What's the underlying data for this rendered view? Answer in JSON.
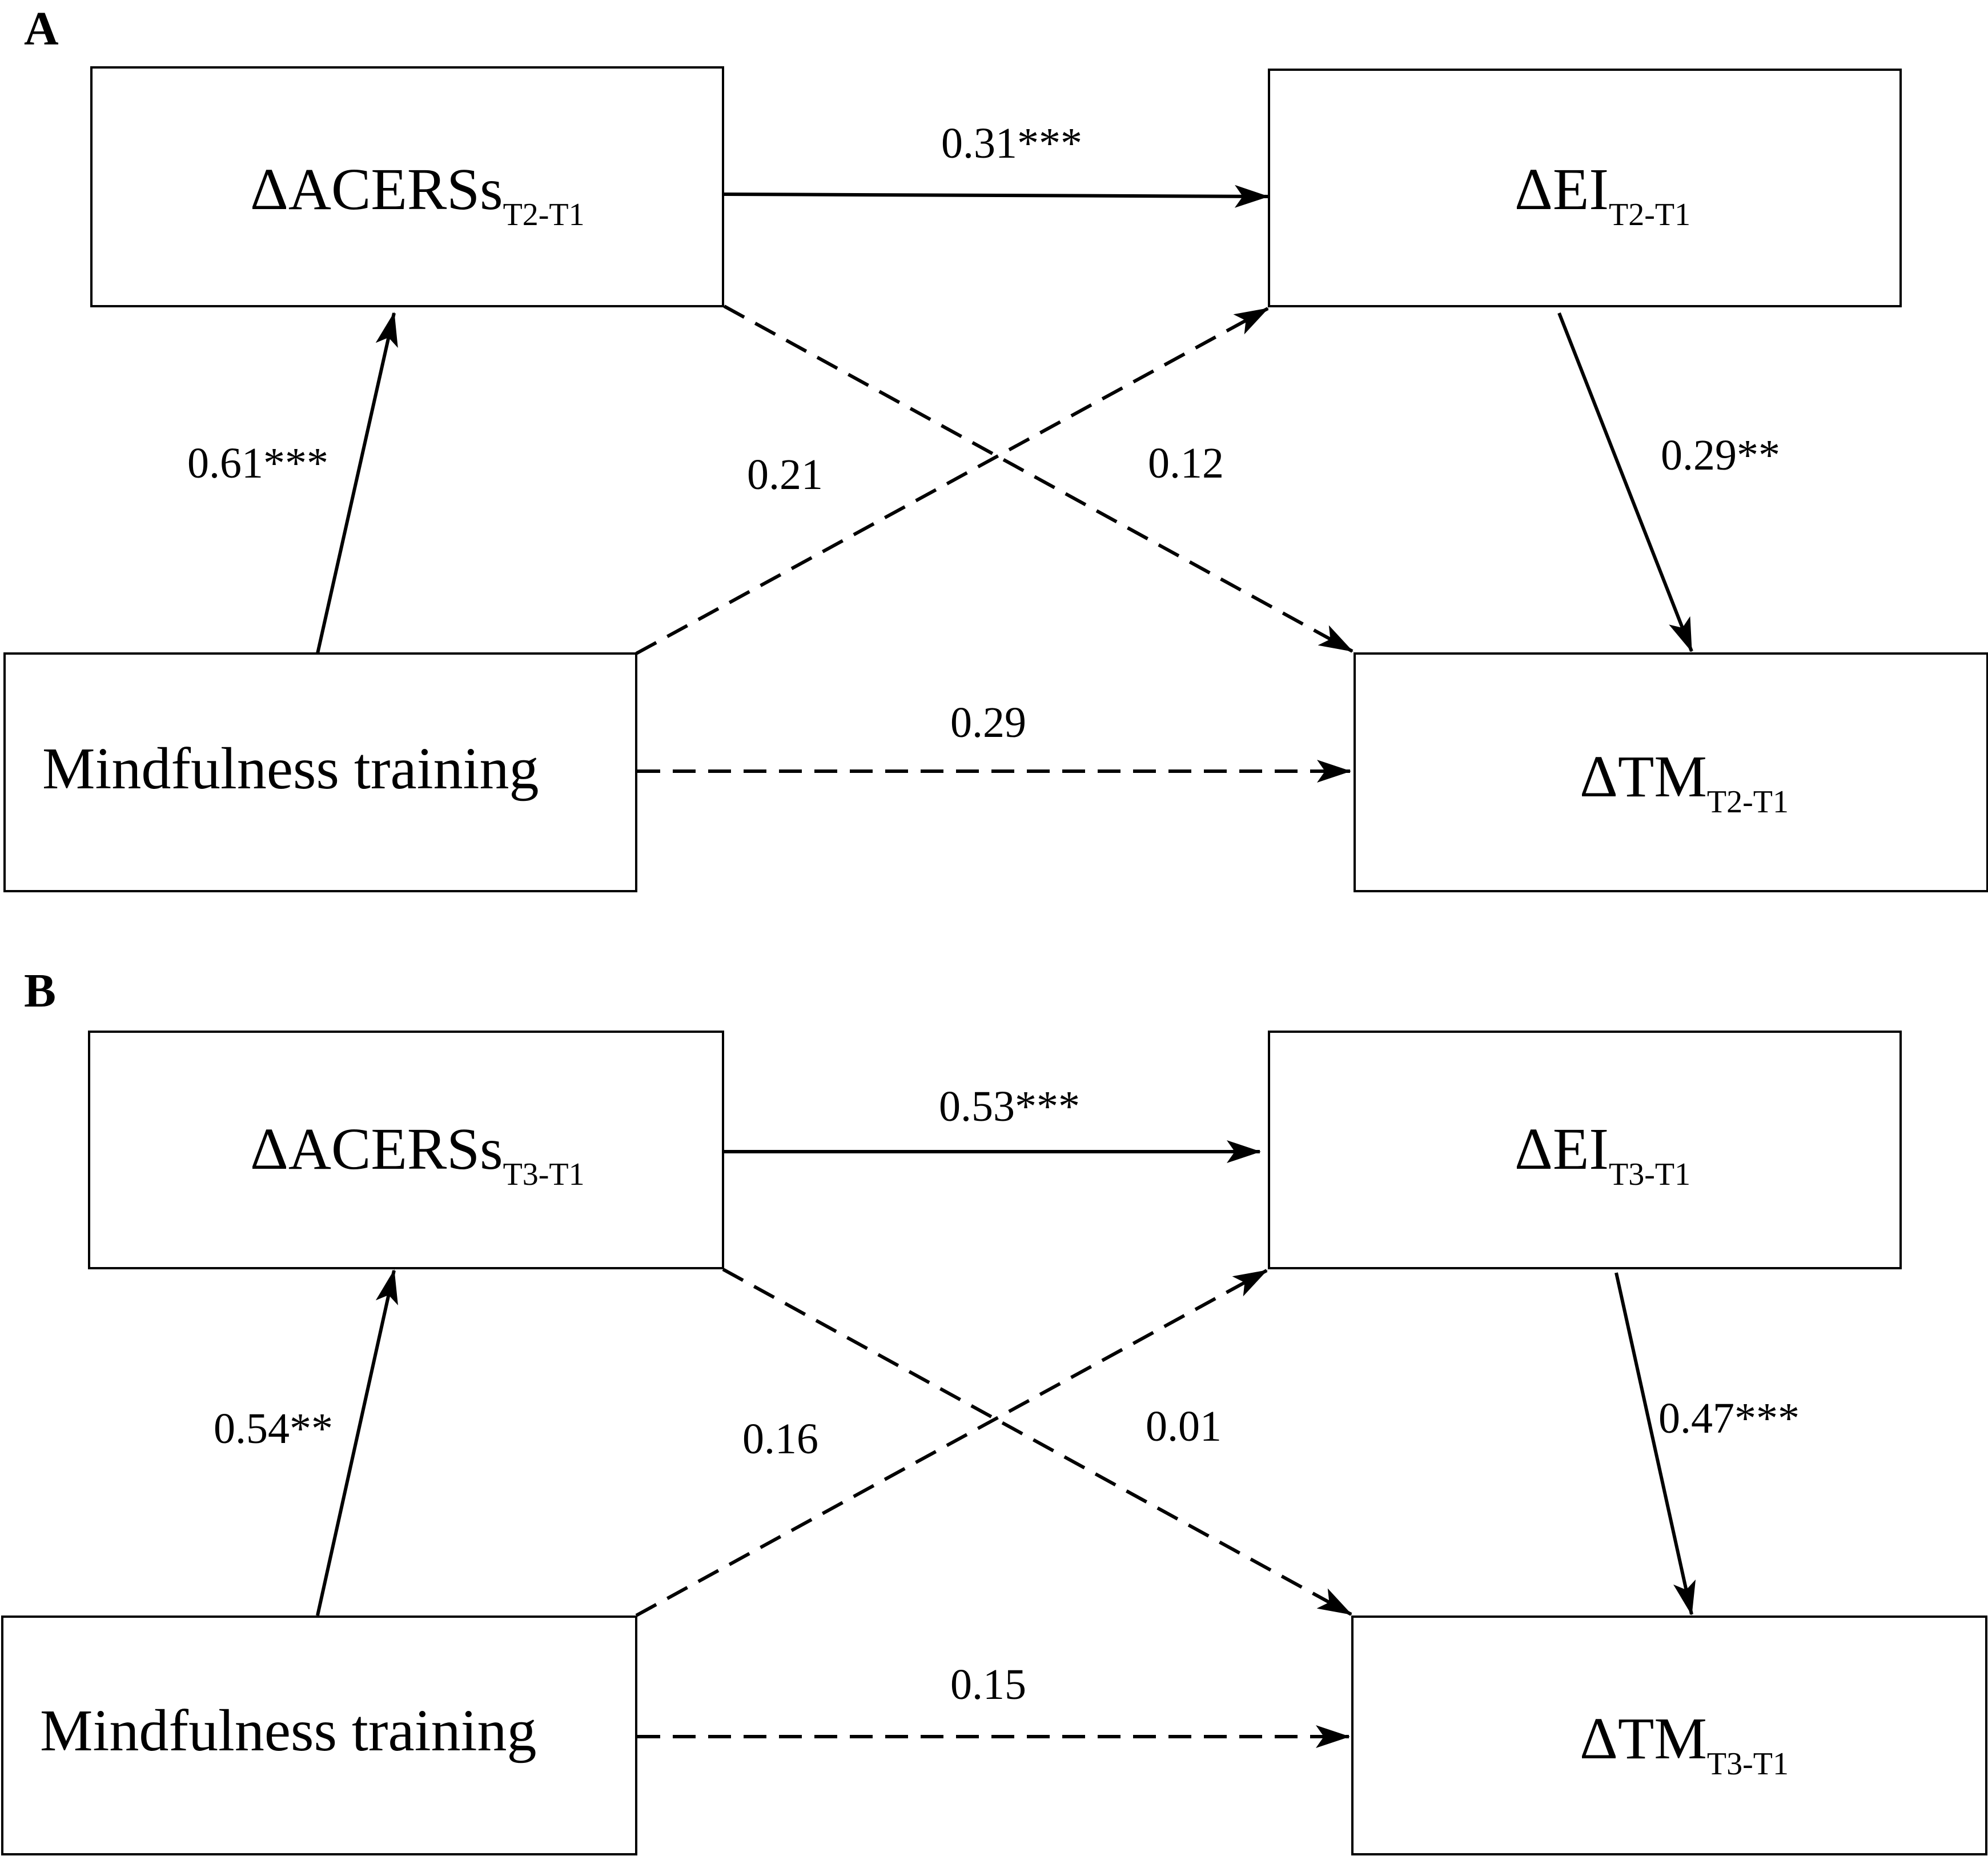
{
  "panels": [
    {
      "label": "A",
      "nodes": {
        "acers": {
          "main": "ΔACERSs",
          "sub": "T2-T1"
        },
        "ei": {
          "main": "ΔEI",
          "sub": "T2-T1"
        },
        "mt": {
          "main": "Mindfulness training"
        },
        "tm": {
          "main": "ΔTM",
          "sub": "T2-T1"
        }
      },
      "paths": {
        "acers_ei": {
          "coef": "0.31***",
          "significant": true
        },
        "mt_acers": {
          "coef": "0.61***",
          "significant": true
        },
        "mt_ei": {
          "coef": "0.21",
          "significant": false
        },
        "acers_tm": {
          "coef": "0.12",
          "significant": false
        },
        "ei_tm": {
          "coef": "0.29**",
          "significant": true
        },
        "mt_tm": {
          "coef": "0.29",
          "significant": false
        }
      }
    },
    {
      "label": "B",
      "nodes": {
        "acers": {
          "main": "ΔACERSs",
          "sub": "T3-T1"
        },
        "ei": {
          "main": "ΔEI",
          "sub": "T3-T1"
        },
        "mt": {
          "main": "Mindfulness training"
        },
        "tm": {
          "main": "ΔTM",
          "sub": "T3-T1"
        }
      },
      "paths": {
        "acers_ei": {
          "coef": "0.53***",
          "significant": true
        },
        "mt_acers": {
          "coef": "0.54**",
          "significant": true
        },
        "mt_ei": {
          "coef": "0.16",
          "significant": false
        },
        "acers_tm": {
          "coef": "0.01",
          "significant": false
        },
        "ei_tm": {
          "coef": "0.47***",
          "significant": true
        },
        "mt_tm": {
          "coef": "0.15",
          "significant": false
        }
      }
    }
  ]
}
